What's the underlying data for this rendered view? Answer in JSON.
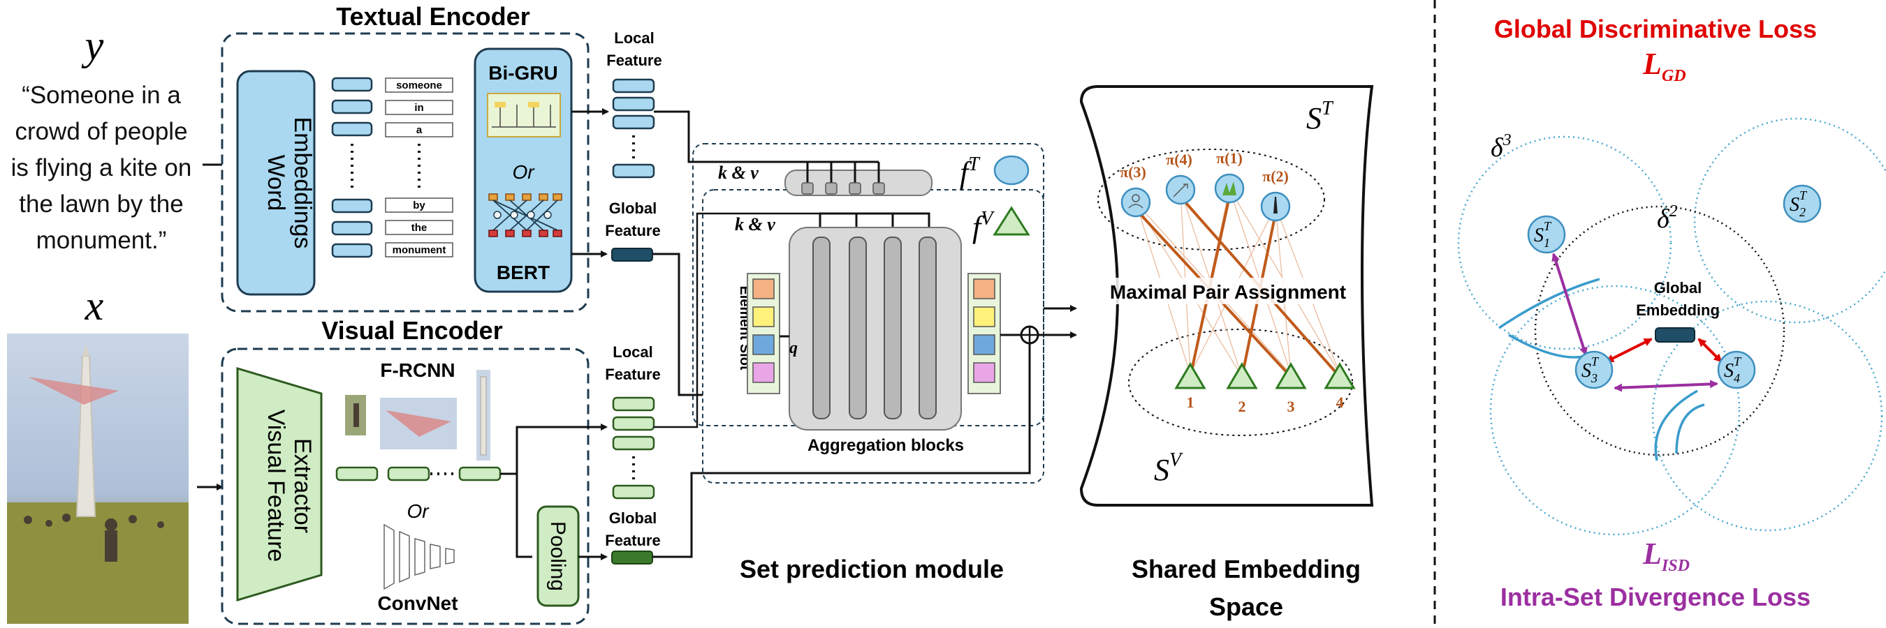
{
  "left": {
    "y_symbol": "y",
    "caption_lines": [
      "“Someone in a",
      "crowd of people",
      "is flying a kite on",
      "the lawn by the",
      "monument.”"
    ],
    "x_symbol": "x"
  },
  "textual_encoder": {
    "title": "Textual Encoder",
    "word_embeddings": [
      "Word",
      "Embeddings"
    ],
    "tokens": [
      "someone",
      "in",
      "a",
      "by",
      "the",
      "monument"
    ],
    "bigru": "Bi-GRU",
    "or": "Or",
    "bert": "BERT",
    "local_feature": [
      "Local",
      "Feature"
    ],
    "global_feature": [
      "Global",
      "Feature"
    ]
  },
  "visual_encoder": {
    "title": "Visual Encoder",
    "extractor": [
      "Visual Feature",
      "Extractor"
    ],
    "frcnn": "F-RCNN",
    "or": "Or",
    "convnet": "ConvNet",
    "pooling": "Pooling",
    "local_feature": [
      "Local",
      "Feature"
    ],
    "global_feature": [
      "Global",
      "Feature"
    ]
  },
  "set_prediction": {
    "kv_top": "k & v",
    "kv_inner": "k & v",
    "fT": "f",
    "fT_sup": "T",
    "fV": "f",
    "fV_sup": "V",
    "element_slot": "Element Slot",
    "q": "q",
    "aggregation": "Aggregation blocks",
    "label": "Set prediction module",
    "slot_colors": [
      "#f4b183",
      "#fff27a",
      "#6fa8dc",
      "#e9a6e6"
    ]
  },
  "embedding_space": {
    "label_lines": [
      "Shared Embedding",
      "Space"
    ],
    "sT": "S",
    "sT_sup": "T",
    "sV": "S",
    "sV_sup": "V",
    "assignment": "Maximal Pair Assignment",
    "pi_labels": [
      "π(3)",
      "π(4)",
      "π(1)",
      "π(2)"
    ],
    "visual_nums": [
      "1",
      "2",
      "3",
      "4"
    ]
  },
  "losses": {
    "gd_title": "Global Discriminative Loss",
    "gd_symbol": "L",
    "gd_sub": "GD",
    "isd_symbol": "L",
    "isd_sub": "ISD",
    "isd_title": "Intra-Set Divergence Loss",
    "delta3": "δ",
    "delta3_sup": "3",
    "delta2": "δ",
    "delta2_sup": "2",
    "global_embedding": [
      "Global",
      "Embedding"
    ],
    "s1": "S",
    "s1_sub": "1",
    "s1_sup": "T",
    "s2": "S",
    "s2_sub": "2",
    "s2_sup": "T",
    "s3": "S",
    "s3_sub": "3",
    "s3_sup": "T",
    "s4": "S",
    "s4_sub": "4",
    "s4_sup": "T",
    "colors": {
      "red": "#e00000",
      "purple": "#9b2fa0",
      "node": "#a9d8f0",
      "dark": "#16394f"
    }
  }
}
